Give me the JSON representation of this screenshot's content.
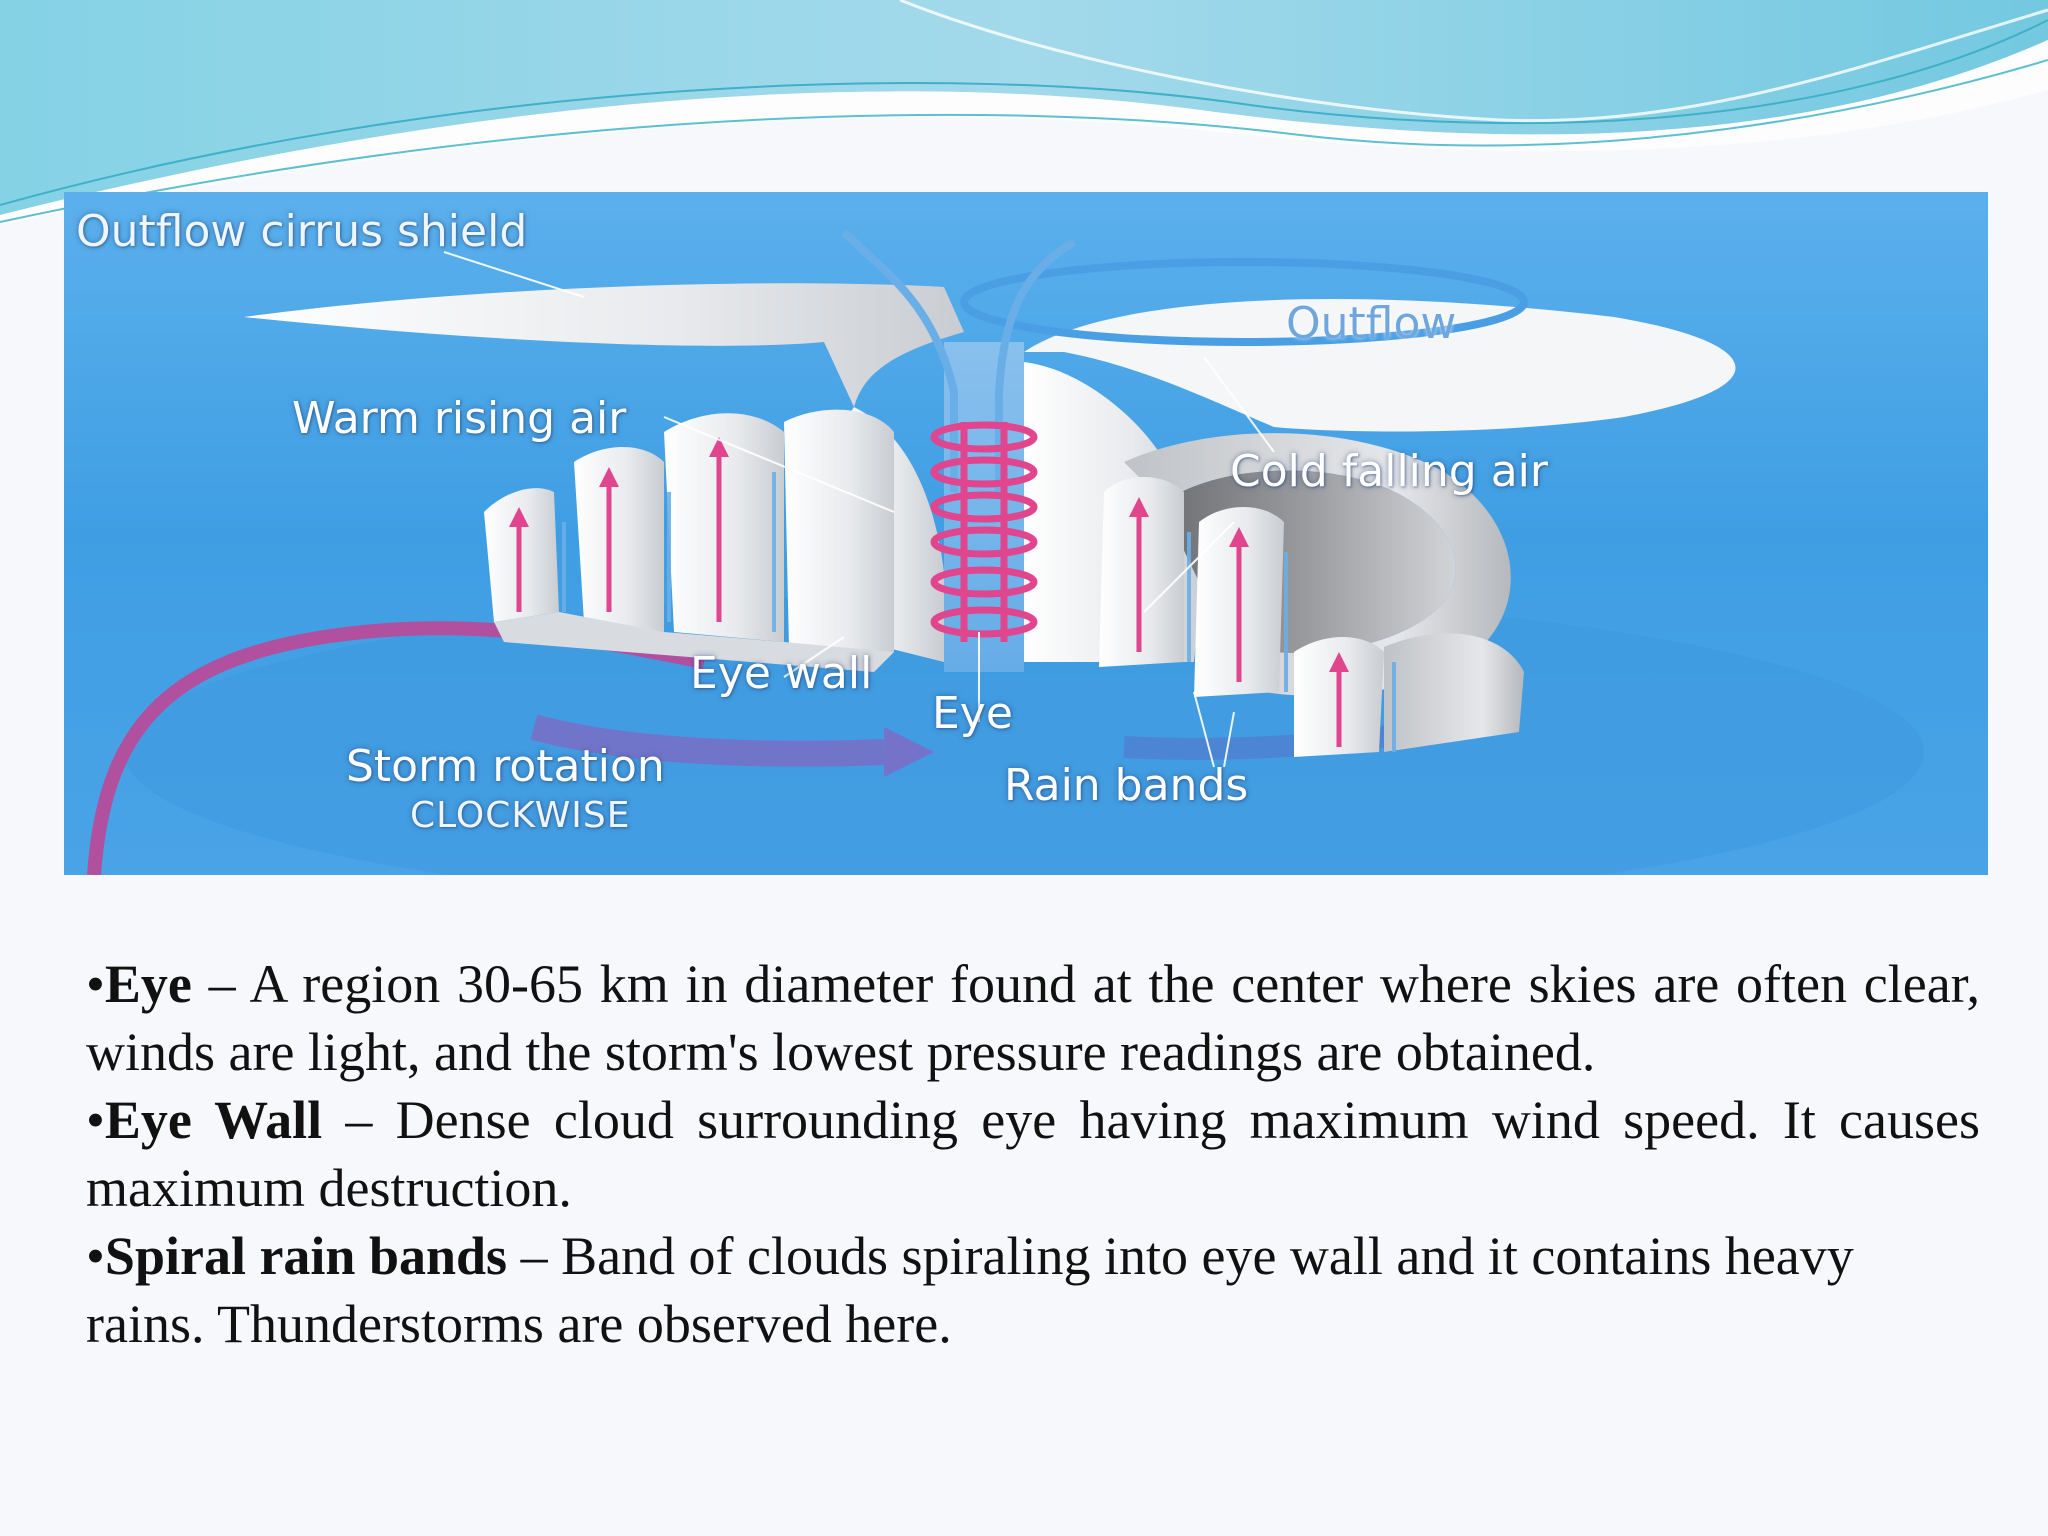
{
  "diagram": {
    "labels": {
      "outflow_cirrus_shield": "Outflow cirrus shield",
      "outflow": "Outflow",
      "warm_rising_air": "Warm rising air",
      "cold_falling_air": "Cold falling air",
      "eye_wall": "Eye wall",
      "eye": "Eye",
      "storm_rotation": "Storm rotation",
      "clockwise": "CLOCKWISE",
      "rain_bands": "Rain bands"
    },
    "colors": {
      "sky_blue": "#4aa3e6",
      "cloud_white": "#f2f3f5",
      "arrow_pink": "#e0458e",
      "rotation_purple": "#b0509e",
      "header_teal": "#7fd0e4"
    },
    "icons": [
      "warm-air-arrow-icon",
      "rotation-arrow-icon",
      "spiral-airflow-icon"
    ]
  },
  "definitions": [
    {
      "bullet": "•",
      "term": "Eye",
      "dash": " – ",
      "text": "A region 30-65 km in diameter found at the center  where skies are often clear, winds are light, and the storm's lowest pressure readings are obtained."
    },
    {
      "bullet": "•",
      "term": "Eye Wall",
      "dash": " – ",
      "text": "Dense cloud surrounding eye having maximum wind speed. It causes maximum destruction."
    },
    {
      "bullet": "•",
      "term": "Spiral rain bands",
      "dash": " – ",
      "text": "Band of clouds spiraling into eye wall and it contains heavy rains. Thunderstorms are observed here."
    }
  ]
}
